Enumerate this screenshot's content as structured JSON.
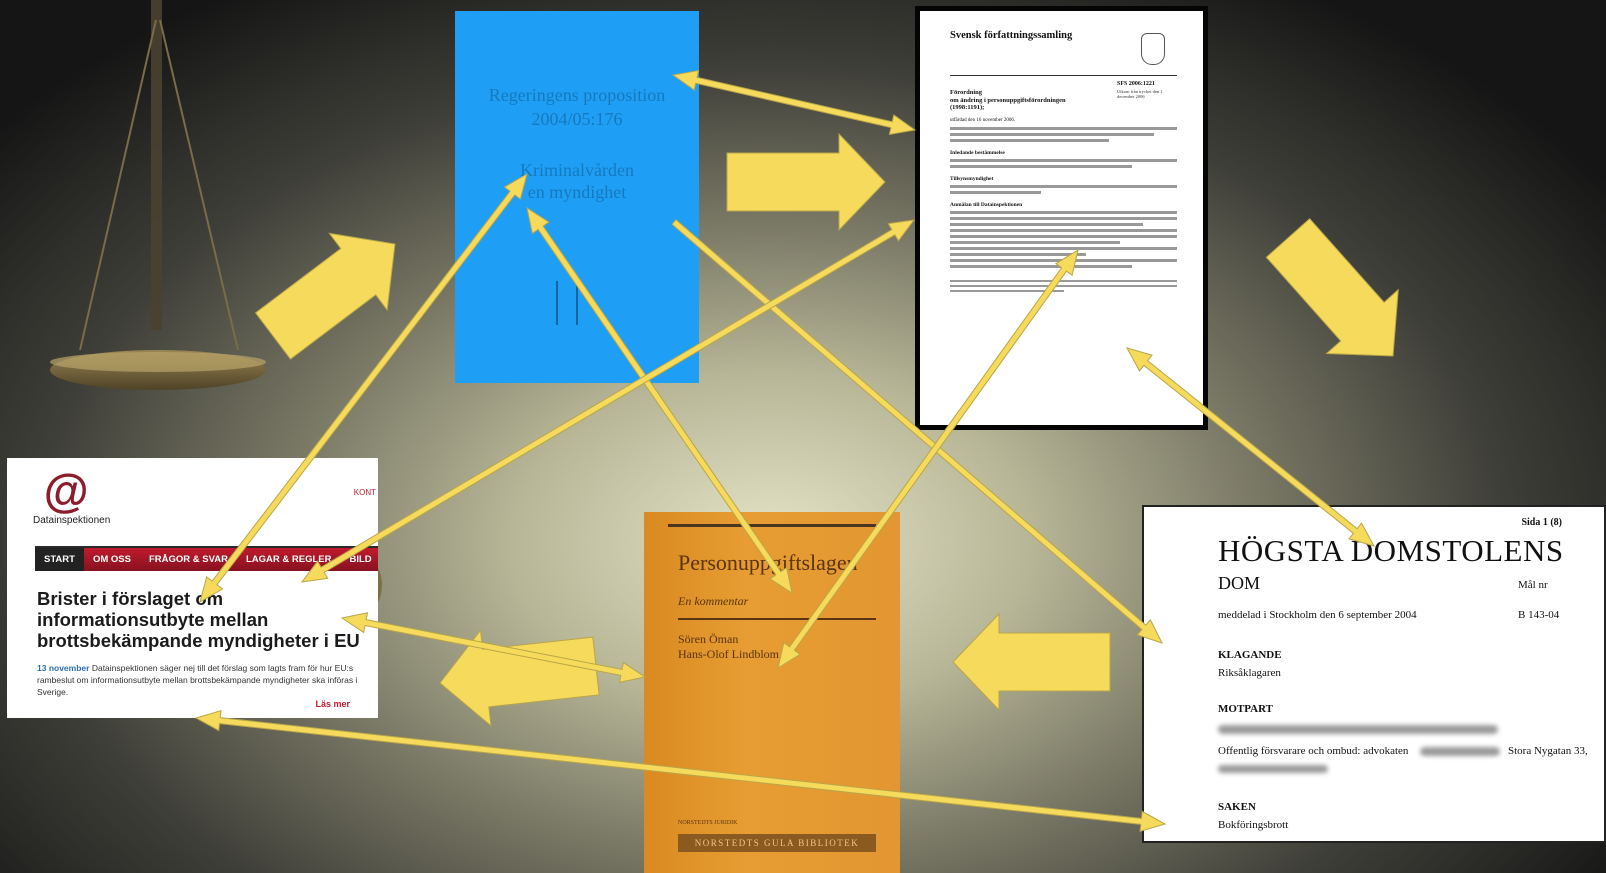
{
  "colors": {
    "arrow": "#f5da5c",
    "arrow_stroke": "#b9a548"
  },
  "proposition": {
    "title_line1": "Regeringens proposition",
    "title_line2": "2004/05:176",
    "subtitle_line1": "Kriminalvården",
    "subtitle_line2": "en myndighet"
  },
  "sfs": {
    "header": "Svensk författningssamling",
    "number": "SFS 2006:1221",
    "issued_note": "Utkom från trycket den 1 december 2006",
    "title_line1": "Förordning",
    "title_line2": "om ändring i personuppgiftsförordningen",
    "title_line3": "(1998:1191);",
    "issued": "utfärdad den 16 november 2006.",
    "section1": "Inledande bestämmelse",
    "section2": "Tillsynsmyndighet",
    "section3": "Anmälan till Datainspektionen"
  },
  "web": {
    "logo": "@",
    "logo_name": "Datainspektionen",
    "top_link": "KONT",
    "nav": [
      "START",
      "OM OSS",
      "FRÅGOR & SVAR",
      "LAGAR & REGLER",
      "BILD"
    ],
    "headline": "Brister i förslaget om informationsutbyte mellan brottsbekämpande myndigheter i EU",
    "date": "13 november",
    "body": "Datainspektionen säger nej till det förslag som lagts fram för hur EU:s rambeslut om informationsutbyte mellan brottsbekämpande myndigheter ska införas i Sverige.",
    "read_more": "Läs mer"
  },
  "book": {
    "title": "Personuppgiftslagen",
    "subtitle": "En kommentar",
    "author1": "Sören Öman",
    "author2": "Hans-Olof Lindblom",
    "publisher": "NORSTEDTS JURIDIK",
    "series": "NORSTEDTS GULA BIBLIOTEK"
  },
  "ruling": {
    "page": "Sida 1 (8)",
    "title": "HÖGSTA DOMSTOLENS",
    "dom": "DOM",
    "case_label": "Mål nr",
    "date": "meddelad i Stockholm den 6 september 2004",
    "case_number": "B 143-04",
    "klagande_label": "KLAGANDE",
    "klagande": "Riksåklagaren",
    "motpart_label": "MOTPART",
    "defender_prefix": "Offentlig försvarare och ombud: advokaten",
    "defender_address": "Stora Nygatan 33,",
    "saken_label": "SAKEN",
    "saken": "Bokföringsbrott"
  }
}
